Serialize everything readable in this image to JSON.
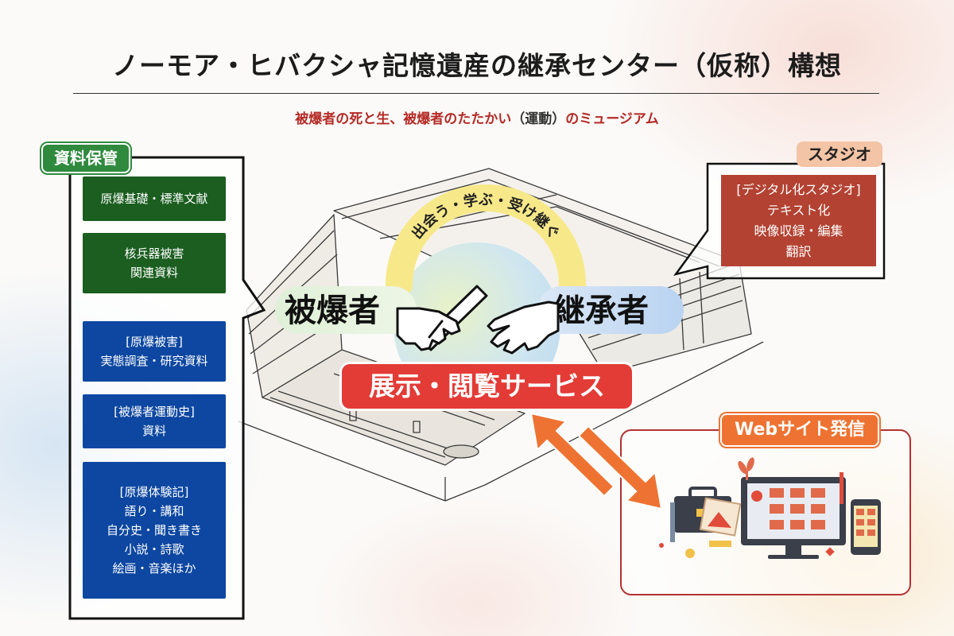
{
  "title": "ノーモア・ヒバクシャ記憶遺産の継承センター（仮称）構想",
  "subtitle": {
    "part1": "被爆者の死と生、被爆者のたたかい",
    "part2": "（運動）",
    "part3": "のミュージアム"
  },
  "archive": {
    "tag": "資料保管",
    "boxes": [
      {
        "lines": [
          "原爆基礎・標準文献"
        ],
        "color": "green"
      },
      {
        "lines": [
          "核兵器被害",
          "関連資料"
        ],
        "color": "green"
      },
      {
        "lines": [
          "[原爆被害]",
          "実態調査・研究資料"
        ],
        "color": "blue"
      },
      {
        "lines": [
          "[被爆者運動史]",
          "資料"
        ],
        "color": "blue"
      },
      {
        "lines": [
          "[原爆体験記]",
          "語り・講和",
          "自分史・聞き書き",
          "小説・詩歌",
          "絵画・音楽ほか"
        ],
        "color": "blue"
      }
    ]
  },
  "studio": {
    "tag": "スタジオ",
    "lines": [
      "[デジタル化スタジオ]",
      "テキスト化",
      "映像収録・編集",
      "翻訳"
    ]
  },
  "center": {
    "arc_text": "出会う・学ぶ・受け継ぐ",
    "left_word": "被爆者",
    "right_word": "継承者",
    "exhibit": "展示・閲覧サービス"
  },
  "web": {
    "tag": "Webサイト発信"
  },
  "colors": {
    "green_dark": "#1b5e20",
    "blue_dark": "#0d47a1",
    "studio_red": "#b34232",
    "exhibit_red": "#e33b36",
    "orange": "#ee7332",
    "subtitle_red": "#b52a25"
  }
}
